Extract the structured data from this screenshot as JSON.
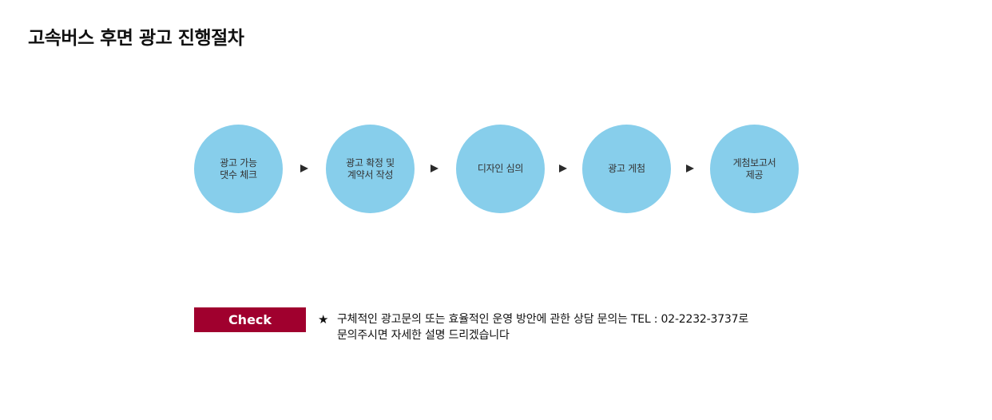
{
  "title": "고속버스 후면 광고 진행절차",
  "steps": [
    {
      "label": "광고 가능\n댓수 체크"
    },
    {
      "label": "광고 확정 및\n계약서 작성"
    },
    {
      "label": "디자인 심의"
    },
    {
      "label": "광고 게첨"
    },
    {
      "label": "게첨보고서\n제공"
    }
  ],
  "check": {
    "badge_label": "Check",
    "star": "★",
    "text": "구체적인 광고문의 또는 효율적인 운영 방안에 관한  상담 문의는  TEL : 02-2232-3737로\n문의주시면 자세한 설명 드리겠습니다"
  },
  "colors": {
    "step_circle": "#87ceeb",
    "check_badge": "#a0002e",
    "arrow": "#2b2b2b"
  }
}
